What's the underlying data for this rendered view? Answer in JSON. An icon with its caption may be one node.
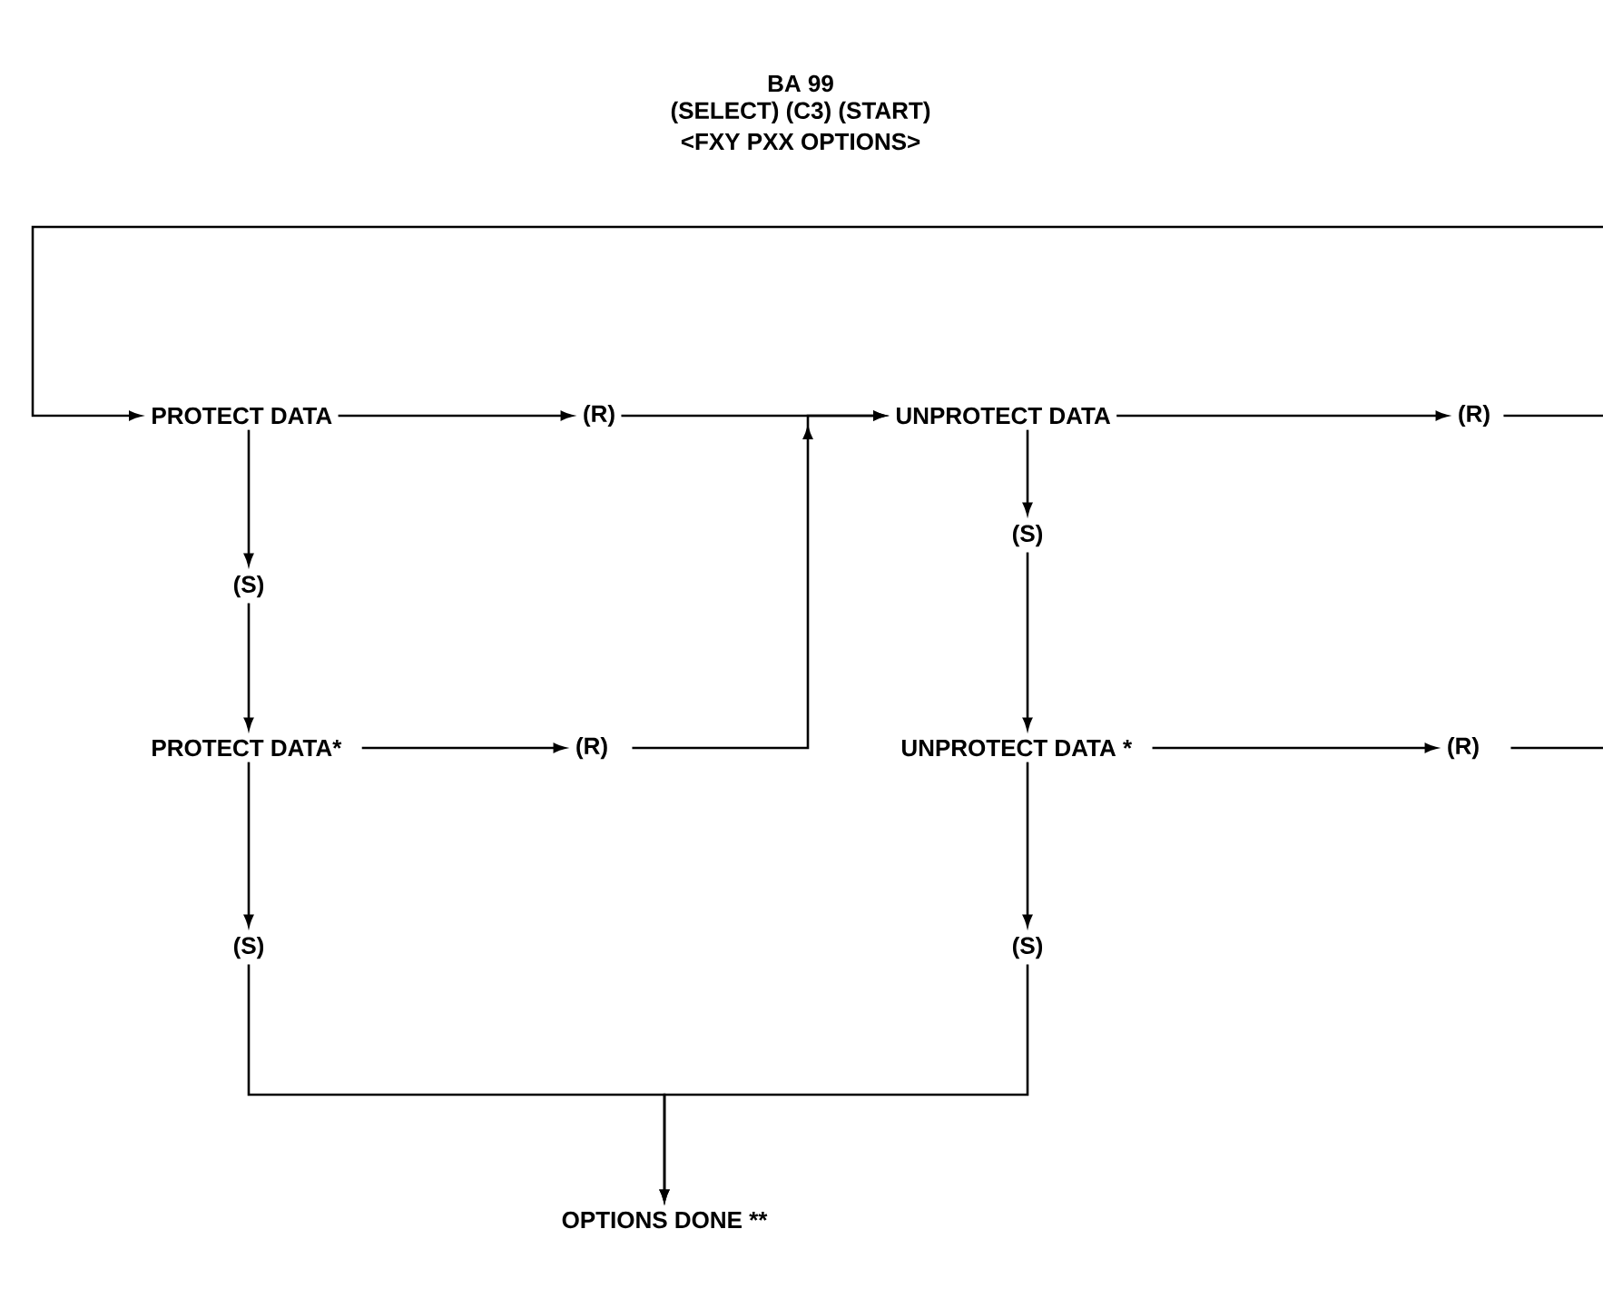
{
  "diagram": {
    "title": "BA 99",
    "nodes": [
      {
        "text": [
          "PROTECT DATA"
        ]
      },
      {
        "text": [
          "(R)"
        ]
      },
      {
        "text": [
          "UNPROTECT DATA"
        ]
      },
      {
        "text": [
          "(R)"
        ]
      },
      {
        "text": [
          "(S)"
        ]
      },
      {
        "text": [
          "PROTECT DATA*"
        ]
      },
      {
        "text": [
          "(R)"
        ]
      },
      {
        "text": [
          "(S)"
        ]
      },
      {
        "text": [
          "UNPROTECT DATA *"
        ]
      },
      {
        "text": [
          "(R)"
        ]
      },
      {
        "text": [
          "(S)"
        ]
      },
      {
        "text": [
          "(S)"
        ]
      },
      {
        "text": [
          "OPTIONS DONE **"
        ]
      }
    ],
    "edges": [
      {
        "from": null,
        "to": 0,
        "arrow": "to"
      },
      {
        "from": 0,
        "to": 1,
        "arrow": "to"
      },
      {
        "from": 1,
        "to": 2,
        "arrow": "to"
      },
      {
        "from": 3,
        "to": null,
        "arrow": "none"
      },
      {
        "from": 0,
        "to": 4,
        "arrow": "to"
      },
      {
        "from": 4,
        "to": 5,
        "arrow": "to"
      },
      {
        "from": 5,
        "to": 6,
        "arrow": "to"
      },
      {
        "from": 6,
        "to": 2,
        "arrow": "to"
      },
      {
        "from": 2,
        "to": 3,
        "arrow": "to"
      },
      {
        "from": 2,
        "to": 7,
        "arrow": "to"
      },
      {
        "from": 7,
        "to": 8,
        "arrow": "to"
      },
      {
        "from": 8,
        "to": 9,
        "arrow": "to"
      },
      {
        "from": 9,
        "to": null,
        "arrow": "none"
      },
      {
        "from": 5,
        "to": 10,
        "arrow": "to"
      },
      {
        "from": 8,
        "to": 11,
        "arrow": "to"
      },
      {
        "from": 10,
        "to": 12,
        "arrow": "to"
      },
      {
        "from": 11,
        "to": 12,
        "arrow": "to"
      }
    ],
    "labels": [
      "(SELECT) (C3) (START)",
      "<FXY PXX OPTIONS>"
    ]
  }
}
